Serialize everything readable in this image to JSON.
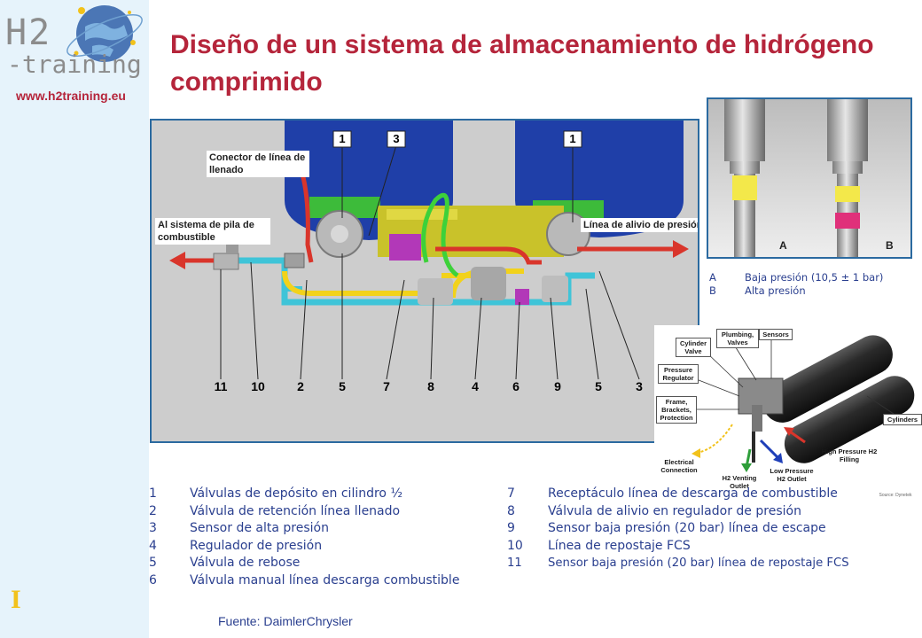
{
  "logo": {
    "brand_top": "H2",
    "brand_bottom": "-training",
    "url": "www.h2training.eu"
  },
  "side_mark": "I",
  "title": "Diseño de un sistema de almacenamiento de hidrógeno comprimido",
  "diagram": {
    "callouts": {
      "filling_connector": "Conector de línea de llenado",
      "to_fuel_cell": "Al sistema de pila de combustible",
      "relief_line": "Línea de alivio de presión"
    },
    "top_numbers": [
      "1",
      "3",
      "1"
    ],
    "bottom_numbers": [
      "11",
      "10",
      "2",
      "5",
      "7",
      "8",
      "4",
      "6",
      "9",
      "5",
      "3"
    ]
  },
  "pressure_photo": {
    "label_a": "A",
    "label_b": "B",
    "legend": [
      {
        "key": "A",
        "text": "Baja presión (10,5 ± 1 bar)"
      },
      {
        "key": "B",
        "text": "Alta presión"
      }
    ]
  },
  "tank_figure": {
    "labels": {
      "cylinder_valve": "Cylinder Valve",
      "plumbing": "Plumbing, Valves",
      "sensors": "Sensors",
      "pressure_regulator": "Pressure Regulator",
      "frame": "Frame, Brackets, Protection",
      "cylinders": "Cylinders",
      "electrical": "Electrical Connection",
      "venting": "H2 Venting Outlet",
      "low_pressure": "Low Pressure H2 Outlet",
      "high_pressure": "High Pressure H2 Filling",
      "source": "Source: Dynetek"
    }
  },
  "legend_left": [
    {
      "num": "1",
      "text": "Válvulas de depósito en cilindro ½"
    },
    {
      "num": "2",
      "text": "Válvula de retención línea llenado"
    },
    {
      "num": "3",
      "text": "Sensor de alta presión"
    },
    {
      "num": "4",
      "text": "Regulador de presión"
    },
    {
      "num": "5",
      "text": "Válvula de rebose"
    },
    {
      "num": "6",
      "text": "Válvula manual línea descarga combustible"
    }
  ],
  "legend_right": [
    {
      "num": "7",
      "text": "Receptáculo línea de descarga de combustible"
    },
    {
      "num": "8",
      "text": "Válvula de alivio en regulador de presión"
    },
    {
      "num": "9",
      "text": "Sensor baja presión (20  bar) línea de escape"
    },
    {
      "num": "10",
      "text": "Línea de repostaje FCS"
    },
    {
      "num": "11",
      "text": "Sensor baja presión (20  bar) línea de repostaje FCS"
    }
  ],
  "source": "Fuente: DaimlerChrysler",
  "colors": {
    "title": "#b5253b",
    "legend_text": "#2a3f8f",
    "frame_border": "#2b6aa0",
    "sidebar": "#e6f3fb",
    "tank_blue": "#1f3fa8",
    "hose_cyan": "#3fc4d8",
    "hose_yellow": "#f2d21b",
    "arrow_red": "#d9352b"
  }
}
